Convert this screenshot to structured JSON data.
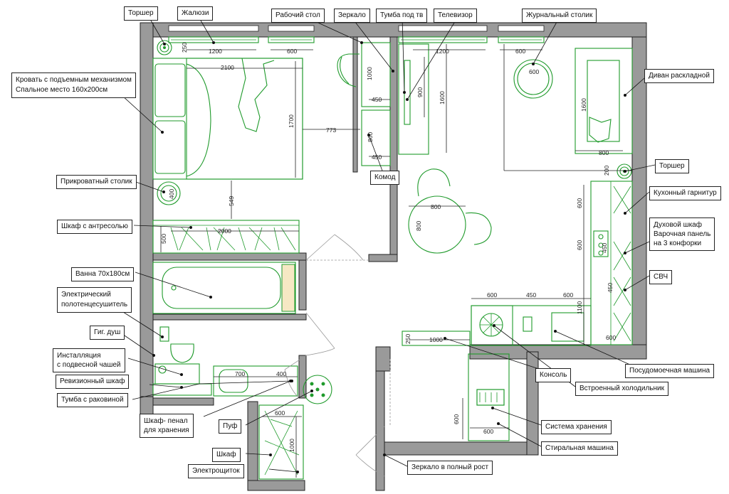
{
  "labels": {
    "torsher_top": "Торшер",
    "zhaluzi": "Жалюзи",
    "rabochiy_stol": "Рабочий стол",
    "zerkalo": "Зеркало",
    "tumba_tv": "Тумба под тв",
    "televizor": "Телевизор",
    "zhurnalny_stolik": "Журнальный столик",
    "krovat_line1": "Кровать с подъемным механизмом",
    "krovat_line2": "Спальное место 160x200см",
    "divan": "Диван раскладной",
    "torsher_right": "Торшер",
    "komod": "Комод",
    "prikrovatny_stolik": "Прикроватный столик",
    "kuhonny_garnitur": "Кухонный гарнитур",
    "shkaf_antresol": "Шкаф с антресолью",
    "duhovoy_line1": "Духовой шкаф",
    "duhovoy_line2": "Варочная панель",
    "duhovoy_line3": "на 3 конфорки",
    "vanna": "Ванна 70x180см",
    "svch": "СВЧ",
    "polotence_line1": "Электрический",
    "polotence_line2": "полотенцесушитель",
    "gig_dush": "Гиг. душ",
    "installyatsiya_line1": "Инсталляция",
    "installyatsiya_line2": "с подвесной чашей",
    "posudomoechnaya": "Посудомоечная машина",
    "revizionny": "Ревизионный шкаф",
    "konsol": "Консоль",
    "tumba_rakovina": "Тумба с раковиной",
    "holodilnik": "Встроенный холодильник",
    "penal_line1": "Шкаф- пенал",
    "penal_line2": "для хранения",
    "puf": "Пуф",
    "sistema_hraneniya": "Система хранения",
    "shkaf": "Шкаф",
    "stiralnaya": "Стиральная машина",
    "elektroshitok": "Электрощиток",
    "zerkalo_polny_rost": "Зеркало в полный рост"
  },
  "dimensions": {
    "d250_torsher": "250",
    "d1200_a": "1200",
    "d600_a": "600",
    "d1200_b": "1200",
    "d600_b": "600",
    "d2100": "2100",
    "d1700": "1700",
    "d773": "773",
    "d1000_desk": "1000",
    "d450_desk": "450",
    "d900_tv": "900",
    "d1600_tv": "1600",
    "d800_komod": "800",
    "d450_komod": "450",
    "d600_table": "600",
    "d1600_sofa": "1600",
    "d800_sofa": "800",
    "d200_torsher": "200",
    "d400_bedside": "400",
    "d549": "549",
    "d800_dining_h": "800",
    "d800_dining_v": "800",
    "d500_wardrobe": "500",
    "d2000_wardrobe": "2000",
    "d600_k1": "600",
    "d600_k2": "600",
    "d450_k3": "450",
    "d450_k4": "450",
    "d1100_k5": "1100",
    "d600_c1": "600",
    "d450_c2": "450",
    "d600_c3": "600",
    "d600_c4": "600",
    "d250_console": "250",
    "d1000_console": "1000",
    "d700_sink": "700",
    "d400_penal": "400",
    "d600_shkaf": "600",
    "d1000_shkaf": "1000",
    "d600_storage_v": "600",
    "d600_storage_h": "600"
  },
  "colors": {
    "furniture": "#1f9a2b",
    "wall": "#9a9a9a",
    "text": "#111111"
  }
}
